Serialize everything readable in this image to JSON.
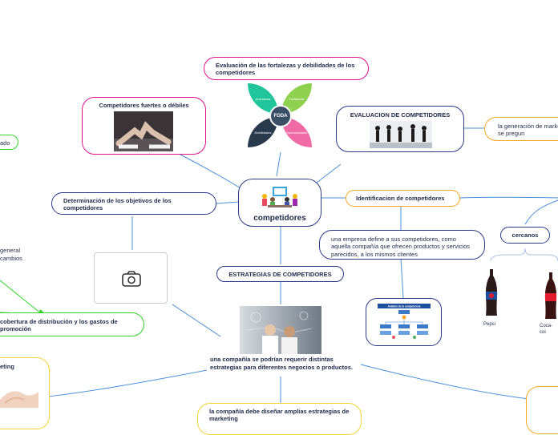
{
  "center": {
    "label": "competidores"
  },
  "nodes": {
    "fortalezas": "Evaluación de las fortalezas y debilidades de los competidores",
    "fuertes": "Competidores fuertes o débiles",
    "evaluacion": "EVALUACION DE COMPETIDORES",
    "generacion": "la generación de marketing se pregun",
    "objetivos": "Determinación de los objetivos de los competidores",
    "identificacion": "Identificacion de competidores",
    "empresa_define": "una empresa define a sus competidores, como aquella compañía que ofrecen productos y servicios parecidos, a los mismos clientes",
    "cercanos": "cercanos",
    "estrategias": "ESTRATEGIAS DE COMPETIDORES",
    "compania_distintas": "una compañía se podrían requerir distintas estrategias para diferentes negocios o productos.",
    "compania_disenar": "la compañía debe diseñar amplias estrategias de marketing",
    "cobertura": "cobertura de distribución y los gastos de promoción",
    "general_cambios": "general cambios",
    "ado": "ado",
    "eting": "eting"
  },
  "foda": {
    "center": "FODA",
    "petals": [
      "Amenazas",
      "Fortalezas",
      "Debilidades",
      "Oportunidades"
    ],
    "colors": [
      "#20c59b",
      "#8fd14f",
      "#2a3a4d",
      "#f06ba5"
    ]
  },
  "products": {
    "left": "Pepsi",
    "right": "Coca-col"
  },
  "org_chart": {
    "title": "Análisis de la competencia"
  },
  "icons": {
    "placeholder": "camera-icon"
  },
  "colors": {
    "magenta": "#e1108f",
    "navy": "#2a3a8a",
    "orange": "#f5a623",
    "blue_line": "#4a90d9",
    "green": "#32d12a",
    "yellow": "#f2d33a",
    "gray": "#c8ccd2"
  }
}
